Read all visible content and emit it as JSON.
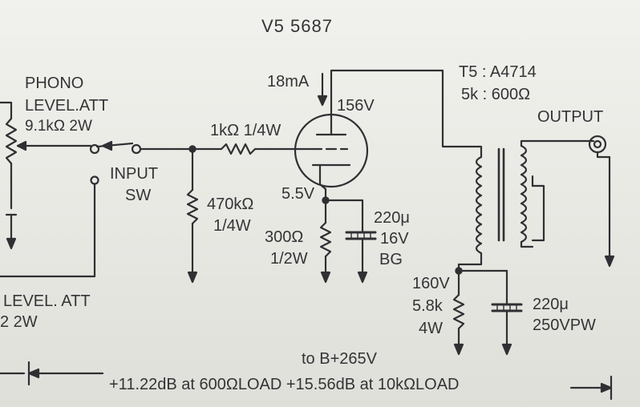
{
  "tube": {
    "name": "V5 5687",
    "plate_voltage": "156V",
    "cathode_voltage": "5.5V",
    "plate_current": "18mA"
  },
  "transformer": {
    "name": "T5 : A4714",
    "impedance": "5k : 600Ω",
    "output_label": "OUTPUT"
  },
  "phono_att": {
    "line1": "PHONO",
    "line2": "LEVEL.ATT",
    "value": "9.1kΩ 2W"
  },
  "input_sw": {
    "line1": "INPUT",
    "line2": "SW"
  },
  "grid_resistor": "1kΩ 1/4W",
  "grid_leak": {
    "value": "470kΩ",
    "power": "1/4W"
  },
  "cathode_resistor": {
    "value": "300Ω",
    "power": "1/2W"
  },
  "cathode_cap": {
    "value": "220μ",
    "voltage": "16V",
    "type": "BG"
  },
  "supply_resistor": {
    "voltage": "160V",
    "value": "5.8k",
    "power": "4W"
  },
  "supply_cap": {
    "value": "220μ",
    "voltage": "250VPW"
  },
  "lower_att": {
    "line1": "LEVEL. ATT",
    "line2": "2 2W"
  },
  "supply": "to B+265V",
  "gain_note": "+11.22dB at 600ΩLOAD +15.56dB at 10kΩLOAD"
}
